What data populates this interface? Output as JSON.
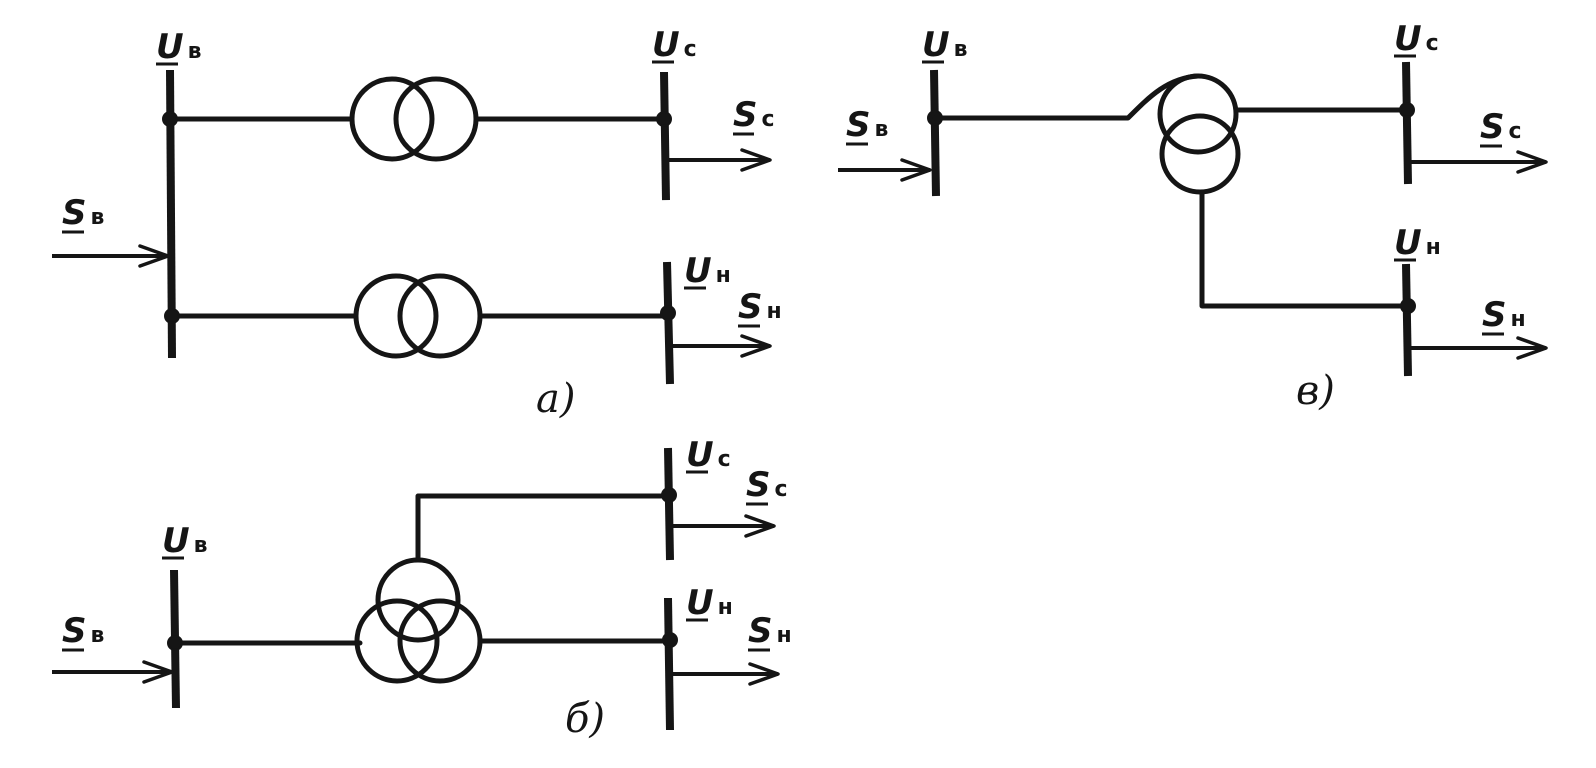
{
  "symbols": {
    "U": "U",
    "S": "S"
  },
  "subscripts": {
    "high": "в",
    "medium": "с",
    "low": "н"
  },
  "captions": {
    "a": "а)",
    "b": "б)",
    "c": "в)"
  }
}
